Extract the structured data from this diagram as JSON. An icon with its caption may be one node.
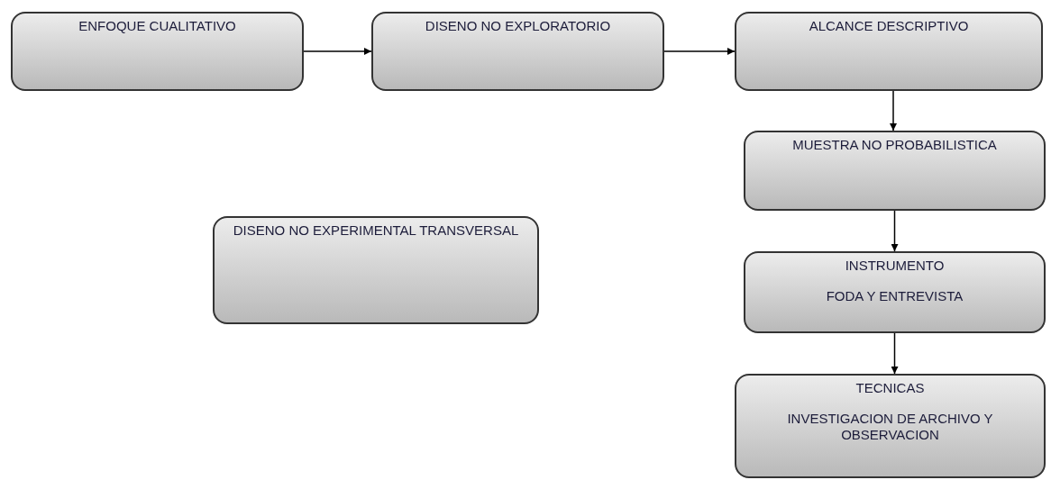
{
  "diagram": {
    "nodes": [
      {
        "text": [
          "ENFOQUE CUALITATIVO"
        ]
      },
      {
        "text": [
          "DISENO NO EXPLORATORIO"
        ]
      },
      {
        "text": [
          "ALCANCE DESCRIPTIVO"
        ]
      },
      {
        "text": [
          "MUESTRA NO PROBABILISTICA"
        ]
      },
      {
        "text": [
          "DISENO NO EXPERIMENTAL TRANSVERSAL"
        ]
      },
      {
        "text": [
          "INSTRUMENTO",
          "FODA Y ENTREVISTA"
        ]
      },
      {
        "text": [
          "TECNICAS",
          "INVESTIGACION DE ARCHIVO Y OBSERVACION"
        ]
      }
    ],
    "edges": [
      {
        "from": 0,
        "to": 1,
        "arrow": "to"
      },
      {
        "from": 1,
        "to": 2,
        "arrow": "to"
      },
      {
        "from": 2,
        "to": 3,
        "arrow": "to"
      },
      {
        "from": 3,
        "to": 5,
        "arrow": "to"
      },
      {
        "from": 5,
        "to": 6,
        "arrow": "to"
      }
    ]
  }
}
